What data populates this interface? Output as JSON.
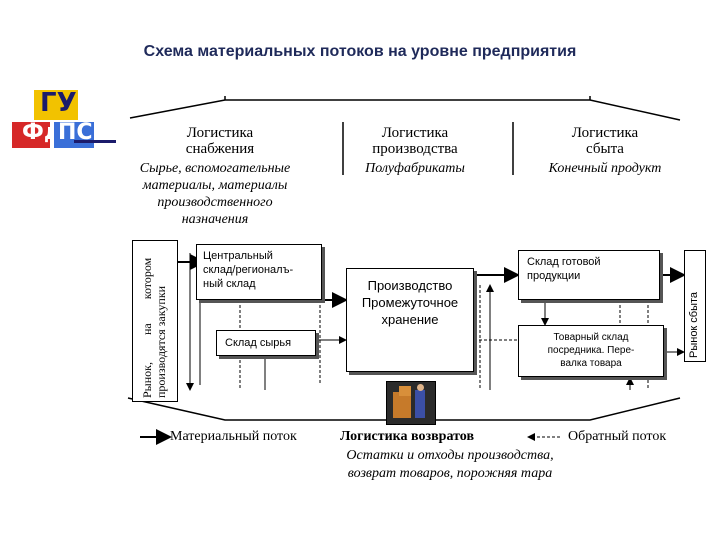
{
  "title": "Схема материальных потоков на уровне предприятия",
  "logo": {
    "top_text": "ГУ",
    "bottom_left": "Фд",
    "bottom_right": "ПС",
    "colors": {
      "yellow": "#f2c200",
      "blue": "#3a6fd8",
      "red": "#d62828",
      "dark": "#1b1b6b"
    }
  },
  "columns": [
    {
      "heading": "Логистика\nснабжения",
      "subtitle": "Сырье, вспомогательные\nматериалы, материалы\nпроизводственного\nназначения"
    },
    {
      "heading": "Логистика\nпроизводства",
      "subtitle": "Полуфабрикаты"
    },
    {
      "heading": "Логистика\nсбыта",
      "subtitle": "Конечный продукт"
    }
  ],
  "left_market": "Рынок,         на        котором\nпроизводятся закупки",
  "right_market": "Рынок сбыта",
  "boxes": {
    "central_warehouse": "Центральный\nсклад/регионалъ-\nный склад",
    "raw_warehouse": "Склад сырья",
    "production": "Производство\nПромежуточное\nхранение",
    "finished_warehouse": "Склад готовой\nпродукции",
    "intermediary_warehouse": "Товарный склад\nпосредника. Пере-\nвалка товара"
  },
  "legend": {
    "material_flow": "Материальный поток",
    "returns_title": "Логистика возвратов",
    "reverse_flow": "Обратный поток",
    "returns_desc": "Остатки и отходы производства,\nвозврат товаров, порожняя тара"
  }
}
